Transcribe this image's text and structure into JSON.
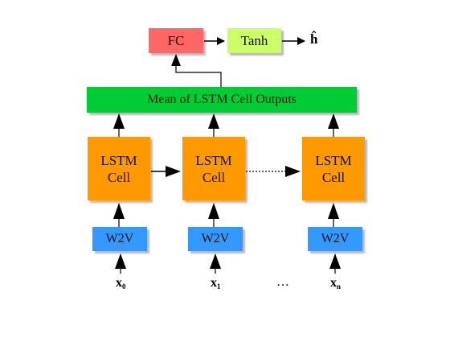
{
  "colors": {
    "fc": "#ff6666",
    "tanh": "#ccff66",
    "mean": "#00cc33",
    "lstm": "#ff9900",
    "w2v": "#3399ff",
    "arrow": "#000000"
  },
  "fc": {
    "label": "FC"
  },
  "tanh": {
    "label": "Tanh"
  },
  "output": {
    "label": "ĥ"
  },
  "mean": {
    "label": "Mean of LSTM Cell Outputs"
  },
  "lstm_cells": [
    {
      "label": "LSTM\nCell"
    },
    {
      "label": "LSTM\nCell"
    },
    {
      "label": "LSTM\nCell"
    }
  ],
  "w2v": [
    {
      "label": "W2V"
    },
    {
      "label": "W2V"
    },
    {
      "label": "W2V"
    }
  ],
  "inputs": [
    {
      "base": "x",
      "sub": "0"
    },
    {
      "base": "x",
      "sub": "1"
    },
    {
      "base": "x",
      "sub": "n"
    }
  ],
  "ellipsis": "…"
}
